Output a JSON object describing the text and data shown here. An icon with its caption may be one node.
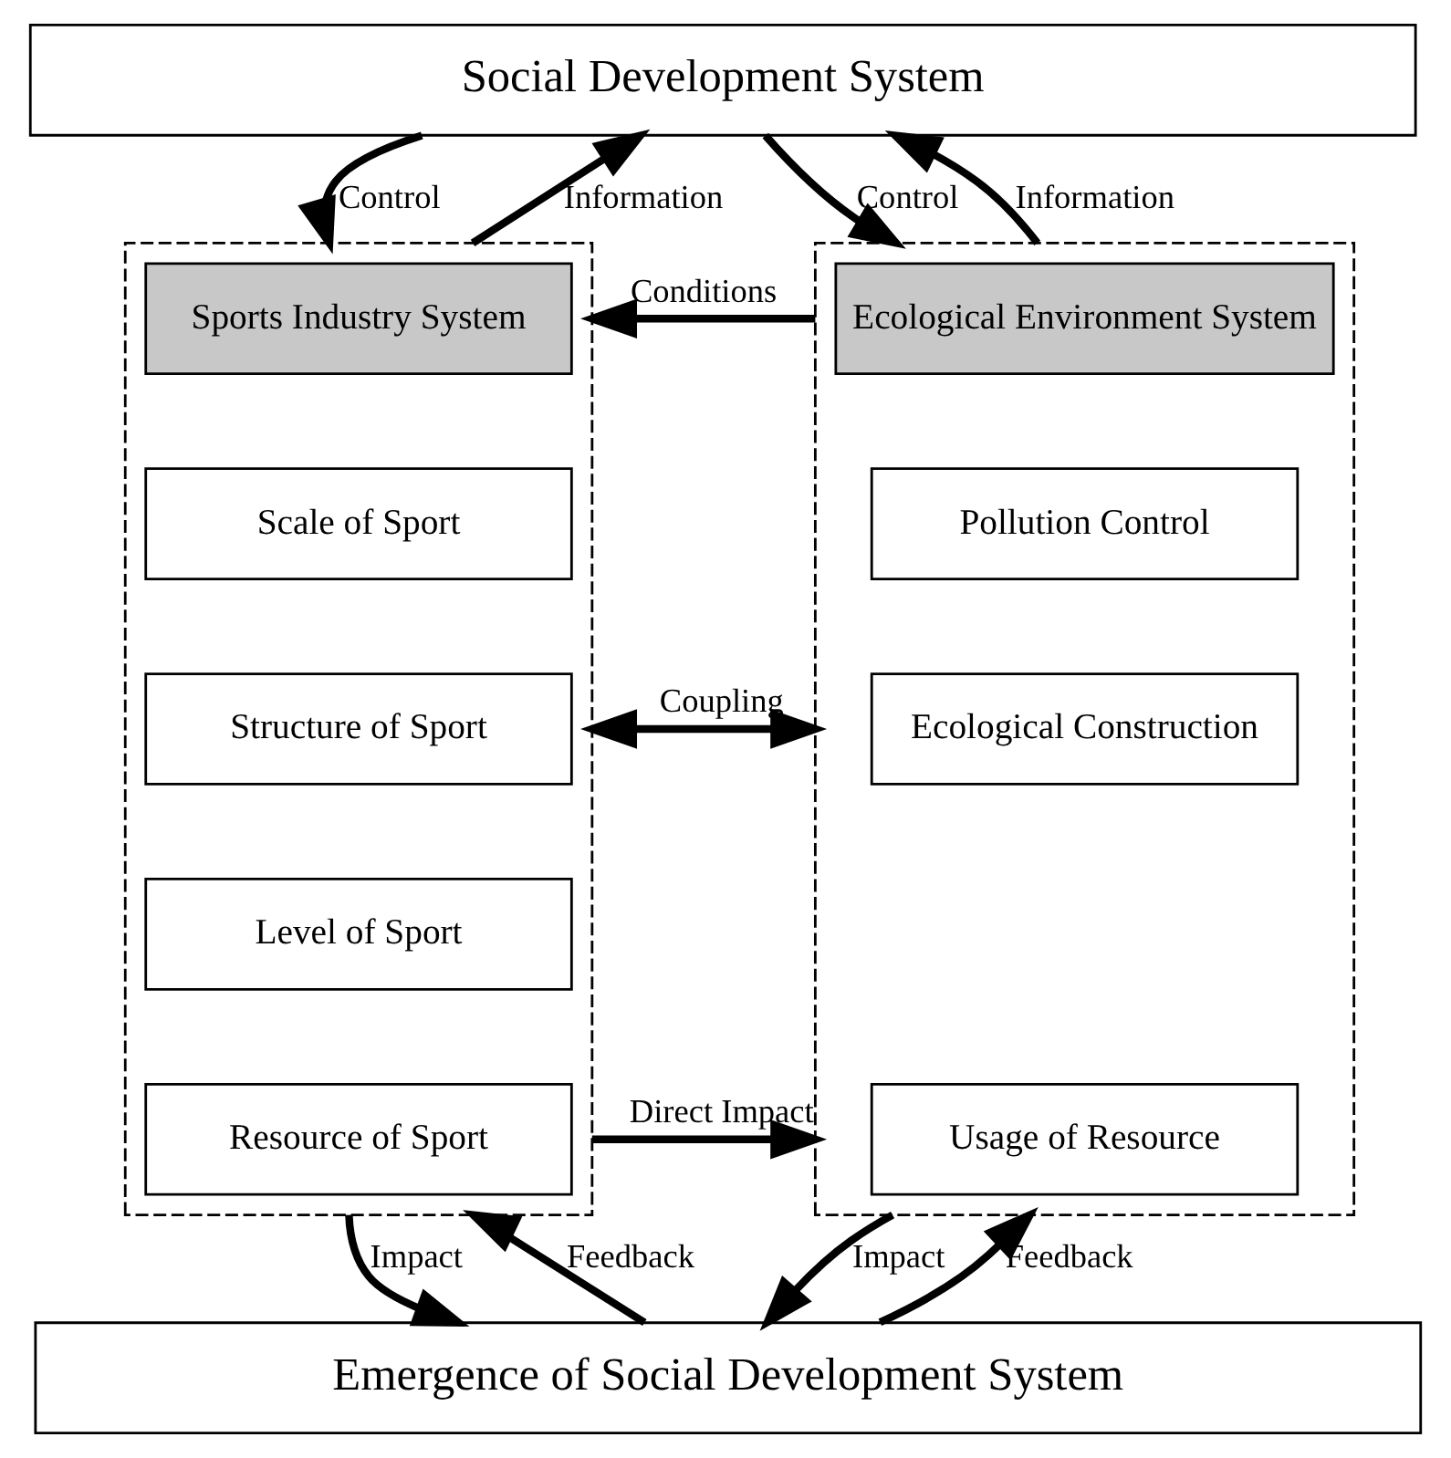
{
  "diagram": {
    "nodes": [
      {
        "text": [
          "Social Development System"
        ]
      },
      {
        "text": [],
        "shape": "box"
      },
      {
        "text": [
          "Sports Industry System"
        ],
        "in": 1
      },
      {
        "text": [
          "Scale of Sport"
        ],
        "in": 1
      },
      {
        "text": [
          "Structure of Sport"
        ],
        "in": 1
      },
      {
        "text": [
          "Level of Sport"
        ],
        "in": 1
      },
      {
        "text": [
          "Resource of Sport"
        ],
        "in": 1
      },
      {
        "text": [],
        "shape": "box"
      },
      {
        "text": [
          "Ecological Environment System"
        ],
        "in": 7
      },
      {
        "text": [
          "Pollution Control"
        ],
        "in": 7
      },
      {
        "text": [
          "Ecological Construction"
        ],
        "in": 7
      },
      {
        "text": [
          "Usage of Resource"
        ],
        "in": 7
      },
      {
        "text": [
          "Emergence of Social Development System"
        ]
      }
    ],
    "edges": [
      {
        "from": 0,
        "to": 1,
        "arrow": "to",
        "label": "Control"
      },
      {
        "from": 1,
        "to": 0,
        "arrow": "to",
        "label": "Information"
      },
      {
        "from": 0,
        "to": 7,
        "arrow": "to",
        "label": "Control"
      },
      {
        "from": 7,
        "to": 0,
        "arrow": "to",
        "label": "Information"
      },
      {
        "from": 1,
        "to": 7,
        "arrow": "both",
        "label": "Coupling"
      },
      {
        "from": 1,
        "to": 7,
        "arrow": "to",
        "label": "Direct Impact"
      },
      {
        "from": 7,
        "to": 1,
        "arrow": "to",
        "label": "Conditions"
      },
      {
        "from": 1,
        "to": 12,
        "arrow": "to",
        "label": "Impact"
      },
      {
        "from": 12,
        "to": 1,
        "arrow": "to",
        "label": "Feedback"
      },
      {
        "from": 7,
        "to": 12,
        "arrow": "to",
        "label": "Impact"
      },
      {
        "from": 12,
        "to": 7,
        "arrow": "to",
        "label": "Feedback"
      }
    ]
  }
}
